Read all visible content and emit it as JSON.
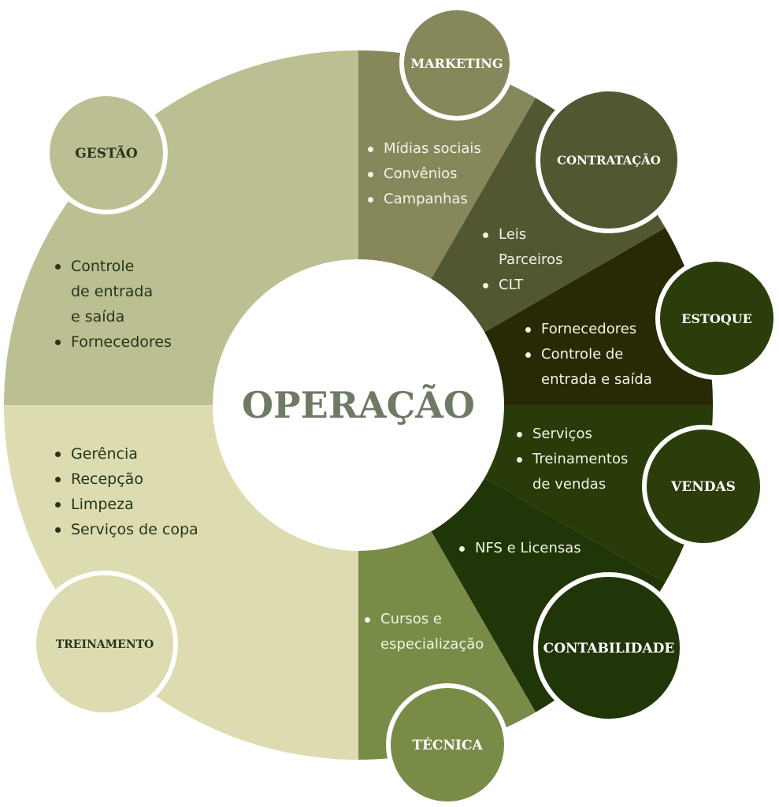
{
  "center": {
    "title": "OPERAÇÃO",
    "color": "#6f7a66"
  },
  "segments": [
    {
      "id": "gestao",
      "title": "GESTÃO",
      "color": "#bcbf92",
      "circle_color": "#bcbf92",
      "text_tone": "dark",
      "items": [
        "Controle\nde entrada\ne saída",
        "Fornecedores"
      ]
    },
    {
      "id": "treinamento",
      "title": "TREINAMENTO",
      "color": "#dcdcb0",
      "circle_color": "#dcdcb0",
      "text_tone": "dark",
      "items": [
        "Gerência",
        "Recepção",
        "Limpeza",
        "Serviços de copa"
      ]
    },
    {
      "id": "marketing",
      "title": "MARKETING",
      "color": "#86885c",
      "circle_color": "#86885c",
      "text_tone": "light",
      "items": [
        "Mídias sociais",
        "Convênios",
        "Campanhas"
      ]
    },
    {
      "id": "contratacao",
      "title": "CONTRATAÇÃO",
      "color": "#535731",
      "circle_color": "#535731",
      "text_tone": "light",
      "items": [
        "Leis",
        "Parceiros",
        "CLT"
      ]
    },
    {
      "id": "estoque",
      "title": "ESTOQUE",
      "color": "#272a05",
      "circle_color": "#2b3d0a",
      "text_tone": "light",
      "items": [
        "Fornecedores",
        "Controle de\nentrada e saída"
      ]
    },
    {
      "id": "vendas",
      "title": "VENDAS",
      "color": "#283b08",
      "circle_color": "#2b3d0b",
      "text_tone": "light",
      "items": [
        "Serviços",
        "Treinamentos\nde vendas"
      ]
    },
    {
      "id": "contabilidade",
      "title": "CONTABILIDADE",
      "color": "#203608",
      "circle_color": "#203608",
      "text_tone": "light",
      "items": [
        "NFS e Licensas"
      ]
    },
    {
      "id": "tecnica",
      "title": "TÉCNICA",
      "color": "#788c48",
      "circle_color": "#788c48",
      "text_tone": "light",
      "items": [
        "Cursos e\nespecialização"
      ]
    }
  ]
}
